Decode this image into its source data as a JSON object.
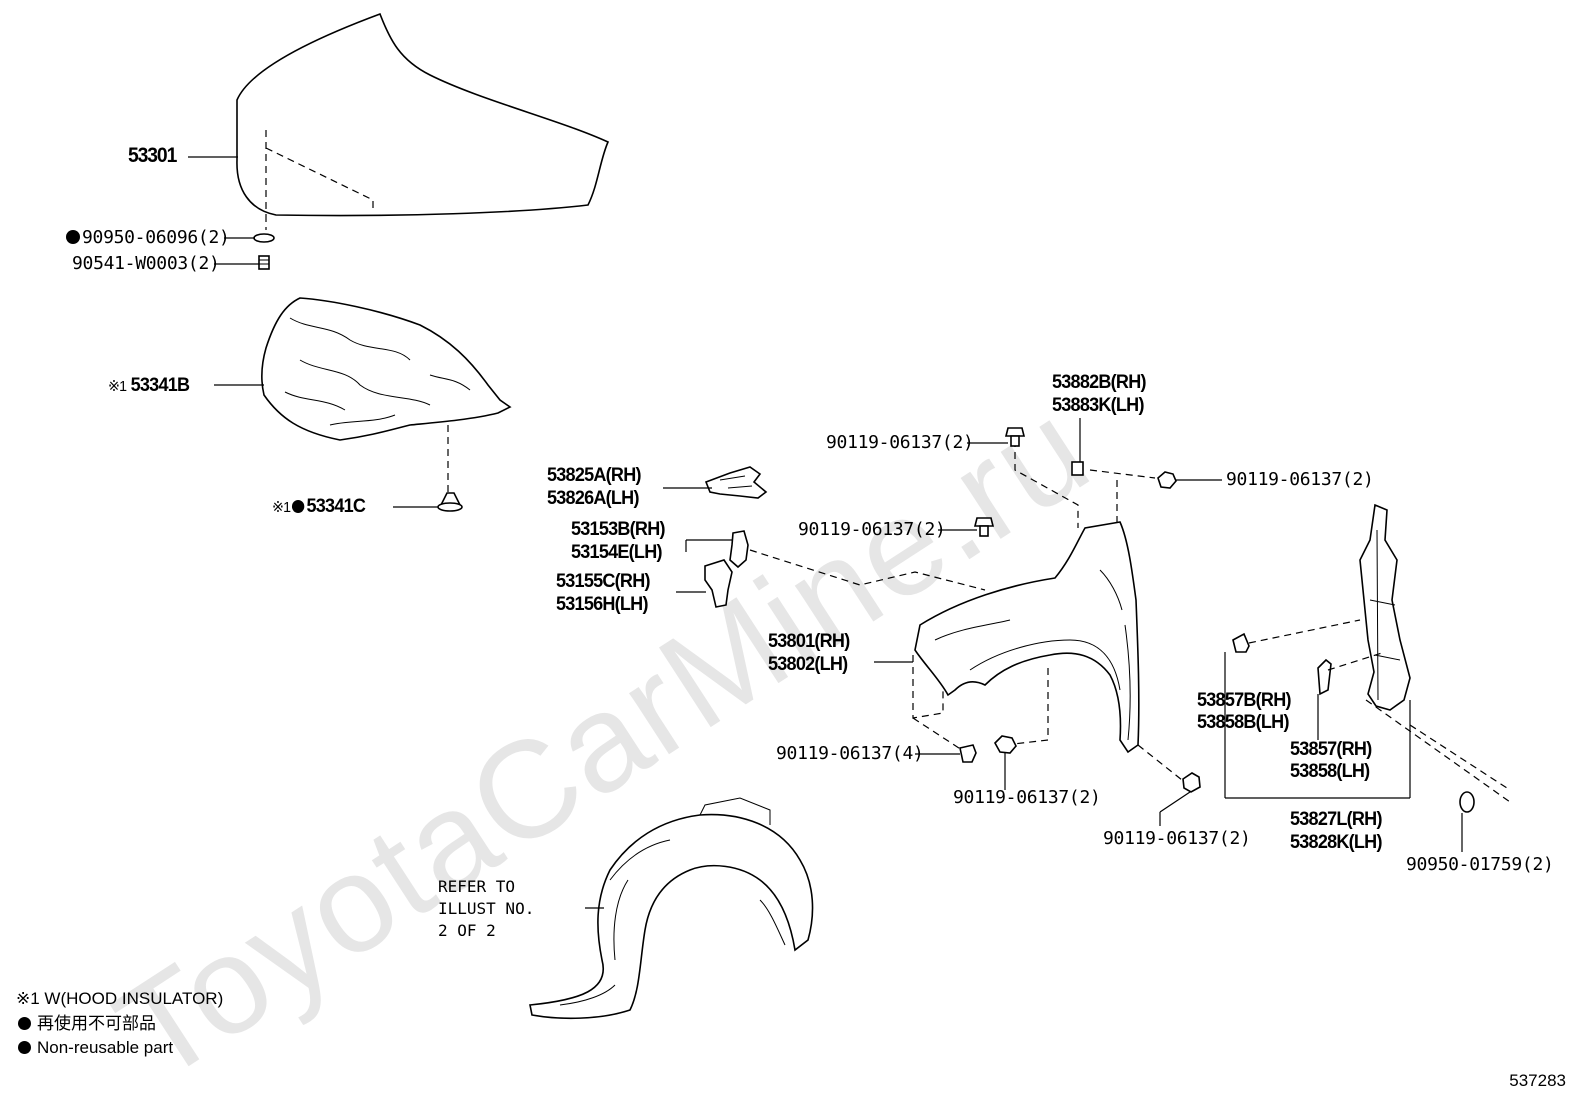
{
  "watermark": "ToyotaCarMine.ru",
  "document_number": "537283",
  "reference_note": "REFER TO\nILLUST NO.\n2 OF 2",
  "legend": {
    "mark_note": "※1 W(HOOD INSULATOR)",
    "non_reusable_jp": "再使用不可部品",
    "non_reusable_en": "Non-reusable part"
  },
  "labels": {
    "hood": "53301",
    "hood_clip": "90950-06096(2)",
    "hood_cushion": "90541-W0003(2)",
    "insulator_mark": "※1",
    "insulator": "53341B",
    "insulator_clip_mark": "※1",
    "insulator_clip": "53341C",
    "bracket_a_rh": "53825A(RH)",
    "bracket_a_lh": "53826A(LH)",
    "bracket_b_rh": "53153B(RH)",
    "bracket_b_lh": "53154E(LH)",
    "bracket_c_rh": "53155C(RH)",
    "bracket_c_lh": "53156H(LH)",
    "fender_rh": "53801(RH)",
    "fender_lh": "53802(LH)",
    "fender_seal_rh": "53882B(RH)",
    "fender_seal_lh": "53883K(LH)",
    "bolt_top": "90119-06137(2)",
    "bolt_right": "90119-06137(2)",
    "bolt_mid": "90119-06137(2)",
    "bolt_front_left": "90119-06137(4)",
    "bolt_front_mid": "90119-06137(2)",
    "bolt_rear": "90119-06137(2)",
    "pad_rh": "53857B(RH)",
    "pad_lh": "53858B(LH)",
    "seal_rh": "53857(RH)",
    "seal_lh": "53858(LH)",
    "protector_rh": "53827L(RH)",
    "protector_lh": "53828K(LH)",
    "protector_clip": "90950-01759(2)"
  }
}
